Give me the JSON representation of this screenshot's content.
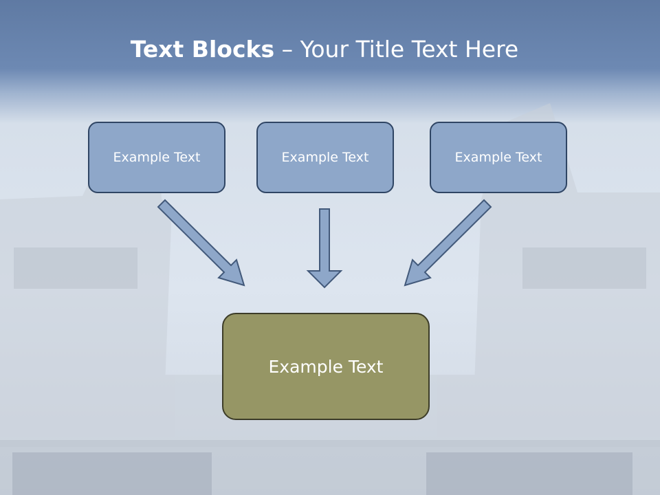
{
  "title": {
    "bold": "Text Blocks",
    "dash": " – ",
    "rest": "Your Title Text Here"
  },
  "boxes": {
    "top_left": "Example Text",
    "top_center": "Example Text",
    "top_right": "Example Text",
    "bottom": "Example Text"
  },
  "colors": {
    "header": "#6d89b3",
    "small_box_fill": "#8ea7c9",
    "small_box_border": "#2f4564",
    "big_box_fill": "#969665",
    "big_box_border": "#3c3c28",
    "arrow_fill": "#8ea7c9",
    "arrow_stroke": "#42597a"
  }
}
